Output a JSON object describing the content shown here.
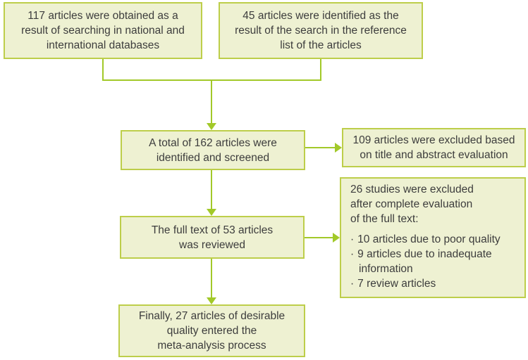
{
  "flow": {
    "colors": {
      "box_fill": "#eef1d2",
      "box_border": "#bdce4a",
      "arrow": "#a2c929",
      "text": "#3d3d3d",
      "background": "#ffffff"
    },
    "boxes": {
      "db_search": {
        "lines": [
          "117 articles were obtained as a",
          "result of searching in national and",
          "international databases"
        ]
      },
      "ref_search": {
        "lines": [
          "45 articles were identified as the",
          "result of the search in the reference",
          "list of the articles"
        ]
      },
      "screened": {
        "lines": [
          "A total of 162 articles were",
          "identified and screened"
        ]
      },
      "excluded_screening": {
        "lines": [
          "109 articles were excluded based",
          "on title and abstract evaluation"
        ]
      },
      "full_text": {
        "lines": [
          "The full text of 53 articles",
          "was reviewed"
        ]
      },
      "excluded_full_text": {
        "intro_lines": [
          "26 studies were excluded",
          "after complete evaluation",
          "of the full text:"
        ],
        "bullet_char": "·",
        "items": [
          "10 articles due to poor quality",
          "9 articles due to inadequate information",
          "7 review articles"
        ]
      },
      "final": {
        "lines": [
          "Finally, 27 articles of desirable",
          "quality entered the",
          "meta-analysis process"
        ]
      }
    }
  }
}
